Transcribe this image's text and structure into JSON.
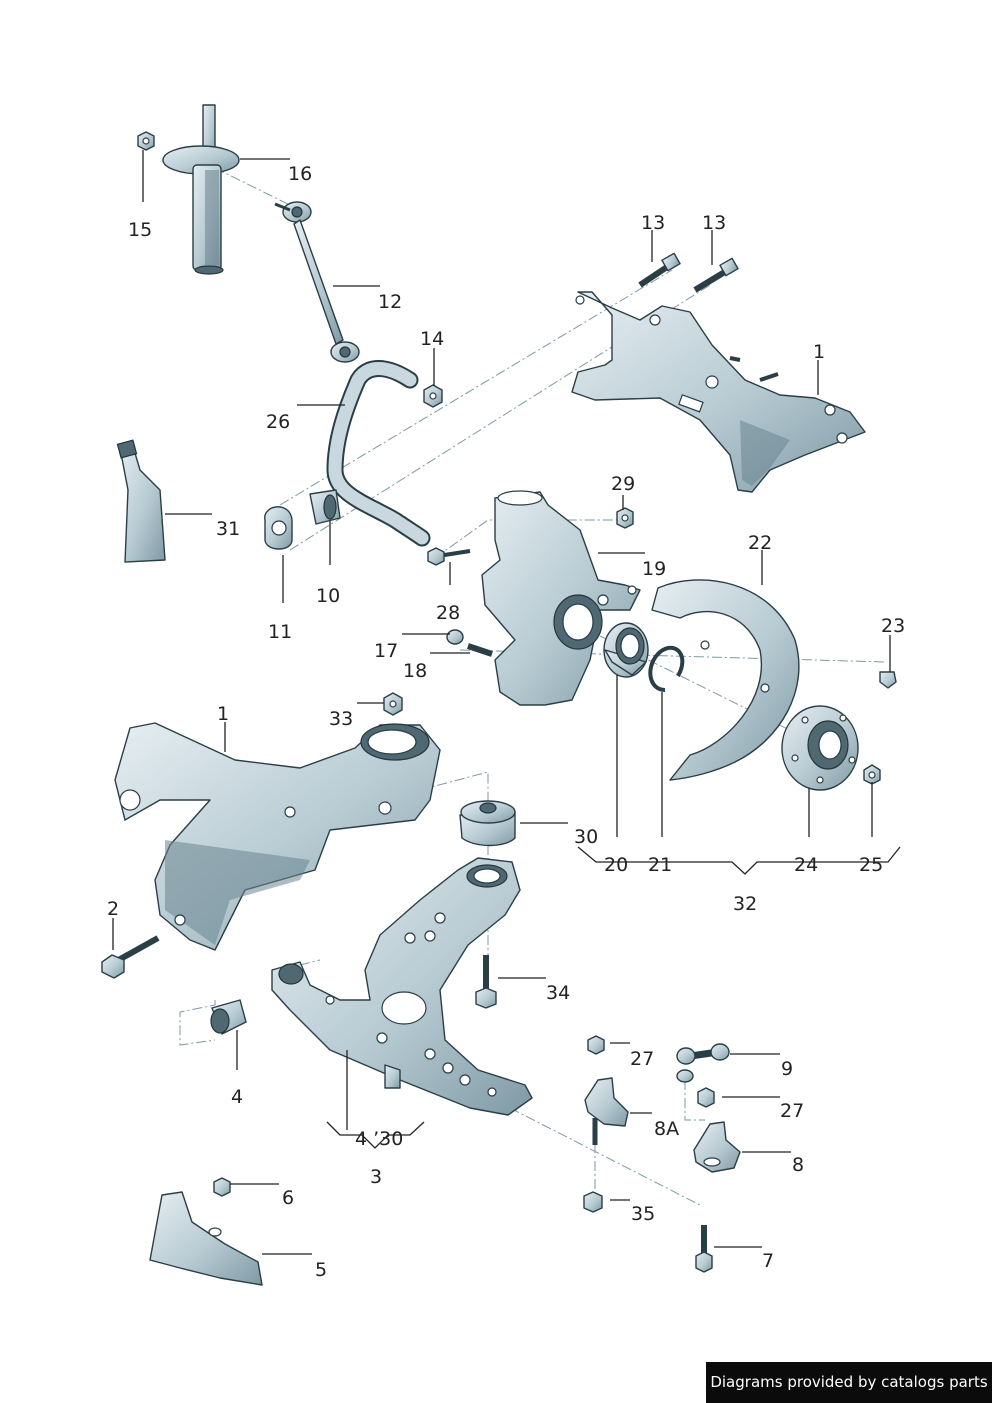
{
  "labels": {
    "p16": "16",
    "p15": "15",
    "p12": "12",
    "p13a": "13",
    "p13b": "13",
    "p14": "14",
    "p1a": "1",
    "p26": "26",
    "p31": "31",
    "p29": "29",
    "p22": "22",
    "p19": "19",
    "p10": "10",
    "p11": "11",
    "p28": "28",
    "p17": "17",
    "p18": "18",
    "p23": "23",
    "p1b": "1",
    "p33": "33",
    "p30": "30",
    "p20": "20",
    "p21": "21",
    "p24": "24",
    "p25": "25",
    "p32": "32",
    "p2": "2",
    "p34": "34",
    "p4": "4",
    "p27a": "27",
    "p9": "9",
    "p27b": "27",
    "p8a": "8A",
    "p8": "8",
    "p4_30": "4 ’30",
    "p3": "3",
    "p6": "6",
    "p35": "35",
    "p5": "5",
    "p7": "7"
  },
  "footer": {
    "text": "Diagrams provided by catalogs parts"
  },
  "colors": {
    "part": "#bfd0d7",
    "outline": "#2a3e46",
    "leader": "#222222",
    "centerline": "#7d9aa6"
  }
}
